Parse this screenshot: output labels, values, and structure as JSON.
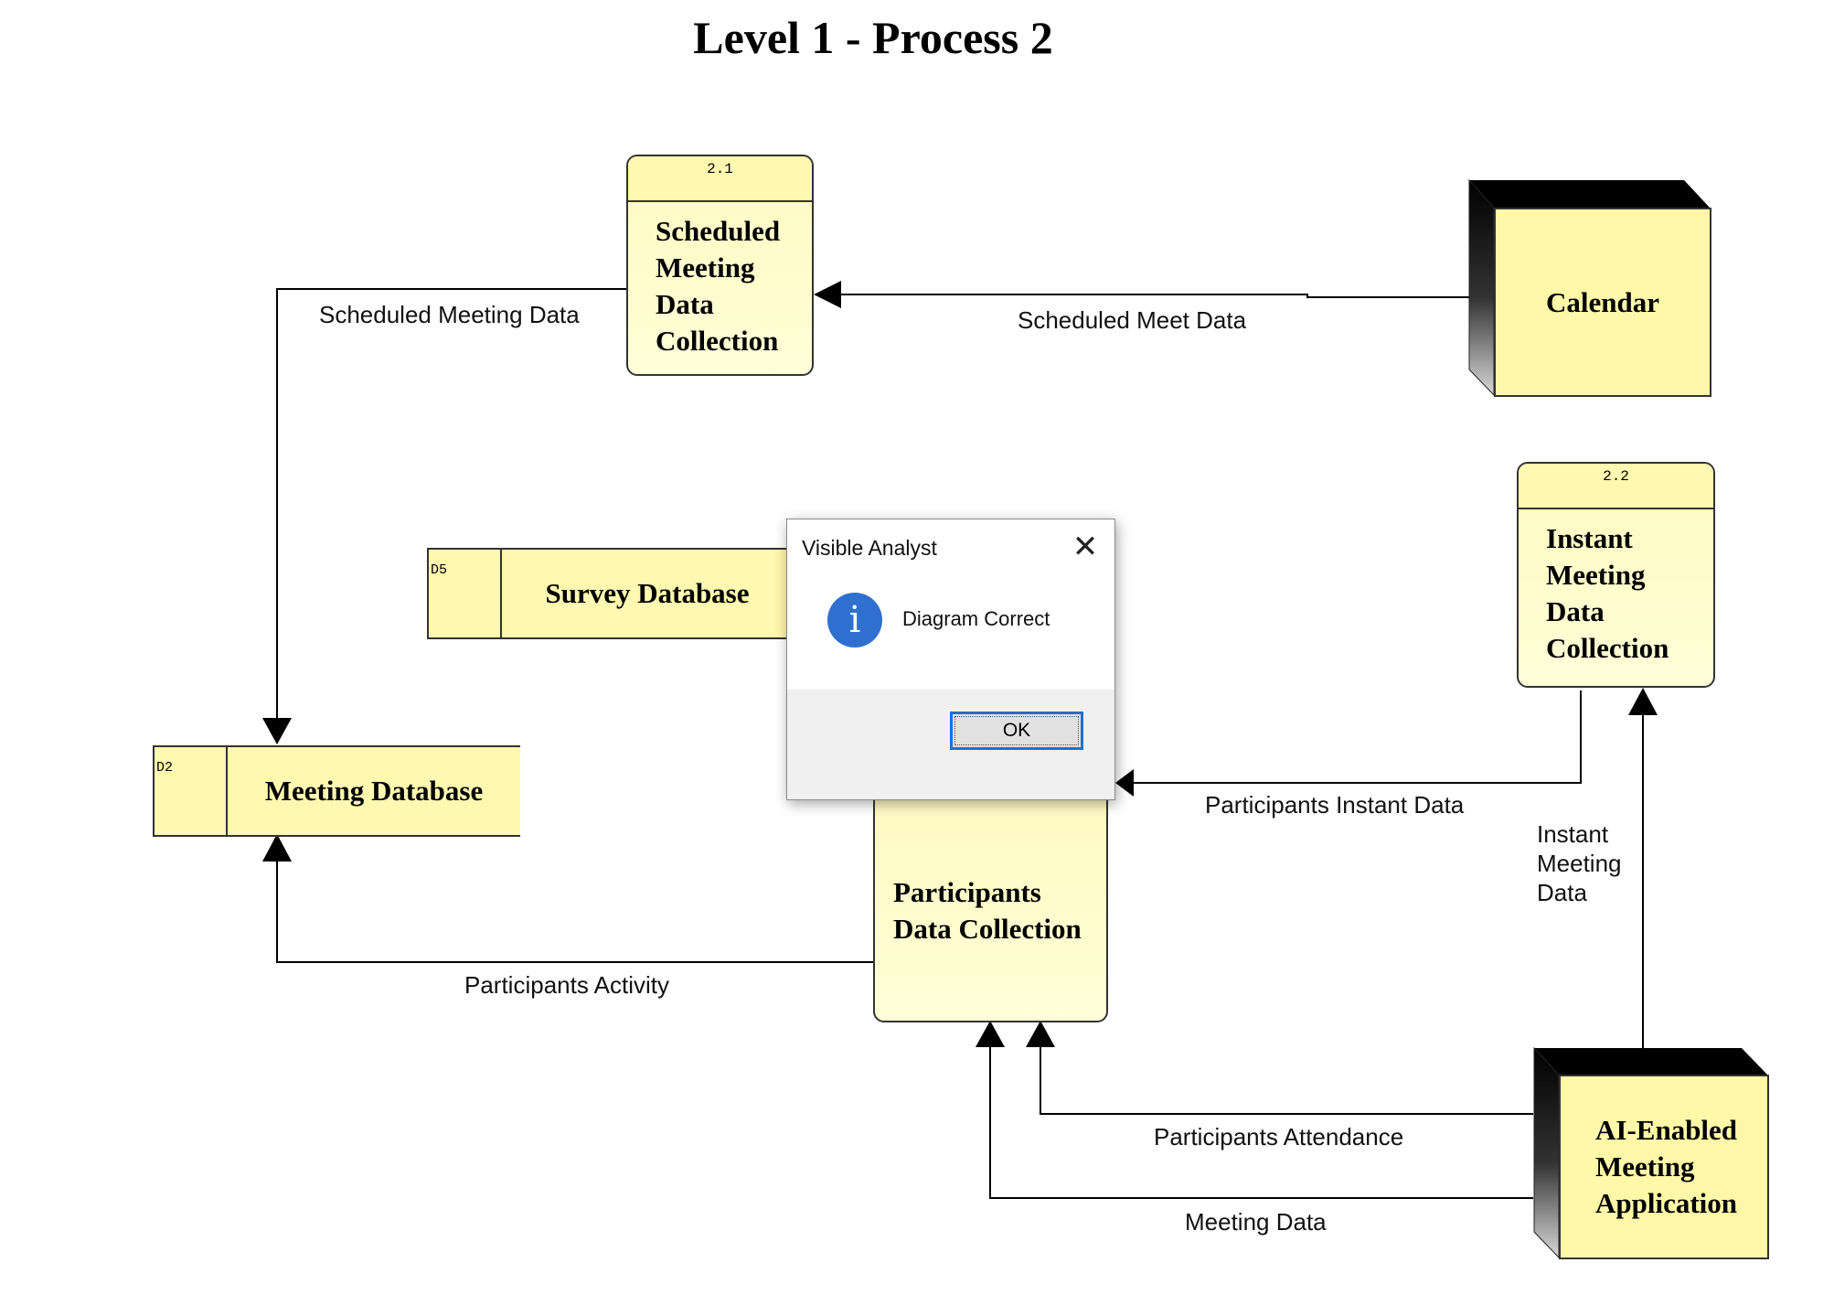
{
  "diagram": {
    "title": "Level 1 - Process 2",
    "processes": [
      {
        "id": "2.1",
        "name_lines": [
          "Scheduled",
          "Meeting",
          "Data",
          "Collection"
        ]
      },
      {
        "id": "2.2",
        "name_lines": [
          "Instant",
          "Meeting",
          "Data",
          "Collection"
        ]
      },
      {
        "id": "",
        "name_lines": [
          "Participants",
          "Data Collection"
        ]
      }
    ],
    "data_stores": [
      {
        "id": "D5",
        "name": "Survey Database"
      },
      {
        "id": "D2",
        "name": "Meeting Database"
      }
    ],
    "external_entities": [
      {
        "name_lines": [
          "Calendar"
        ]
      },
      {
        "name_lines": [
          "AI-Enabled",
          "Meeting",
          "Application"
        ]
      }
    ],
    "flows": {
      "scheduled_meeting_data": "Scheduled Meeting Data",
      "scheduled_meet_data": "Scheduled Meet Data",
      "participants_instant_data": "Participants Instant Data",
      "instant_meeting_data": [
        "Instant",
        "Meeting",
        "Data"
      ],
      "participants_activity": "Participants Activity",
      "participants_attendance": "Participants Attendance",
      "meeting_data": "Meeting Data"
    },
    "colors": {
      "process_fill": "#fff9c0",
      "store_fill": "#fff8b0",
      "entity_fill": "#fff8a8",
      "line": "#000000"
    }
  },
  "dialog": {
    "title": "Visible Analyst",
    "close_icon": "close-icon",
    "icon": "info-icon",
    "message": "Diagram Correct",
    "ok_label": "OK",
    "accent": "#1f6fd1"
  }
}
